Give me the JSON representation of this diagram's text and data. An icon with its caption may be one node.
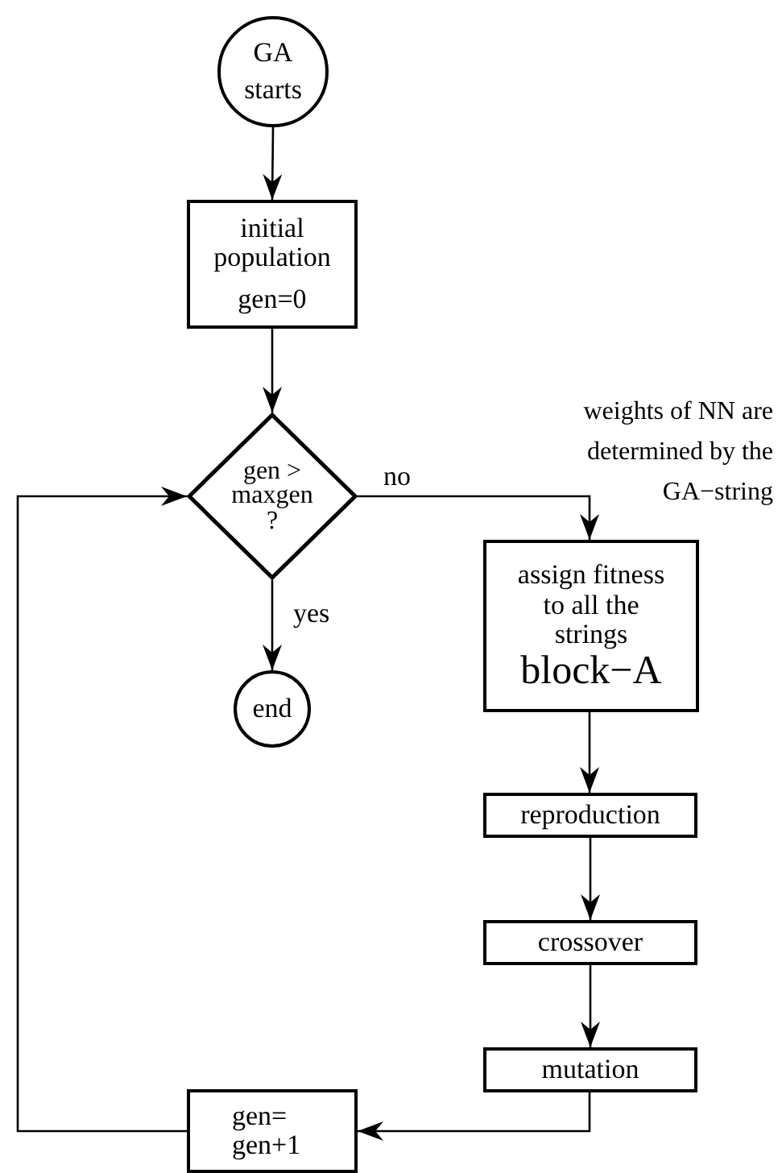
{
  "diagram": {
    "nodes": [
      {
        "text": [
          "GA starts"
        ]
      },
      {
        "text": [
          "initial population",
          "gen=0"
        ]
      },
      {
        "text": [
          "gen > maxgen ?"
        ]
      },
      {
        "text": [
          "assign fitness to all the strings",
          "block−A"
        ]
      },
      {
        "text": [
          "end"
        ]
      },
      {
        "text": [
          "reproduction"
        ]
      },
      {
        "text": [
          "crossover"
        ]
      },
      {
        "text": [
          "mutation"
        ]
      },
      {
        "text": [
          "gen= gen+1"
        ]
      }
    ],
    "edges": [
      {
        "from": 0,
        "to": 1,
        "arrow": "to"
      },
      {
        "from": 1,
        "to": 2,
        "arrow": "to"
      },
      {
        "from": 2,
        "to": 3,
        "arrow": "to",
        "label": "no"
      },
      {
        "from": 2,
        "to": 4,
        "arrow": "to",
        "label": "yes"
      },
      {
        "from": 3,
        "to": 5,
        "arrow": "to"
      },
      {
        "from": 5,
        "to": 6,
        "arrow": "to"
      },
      {
        "from": 6,
        "to": 7,
        "arrow": "to"
      },
      {
        "from": 7,
        "to": 8,
        "arrow": "to"
      },
      {
        "from": 8,
        "to": 2,
        "arrow": "to"
      }
    ],
    "labels": [
      "weights of NN are determined by the GA−string"
    ]
  }
}
